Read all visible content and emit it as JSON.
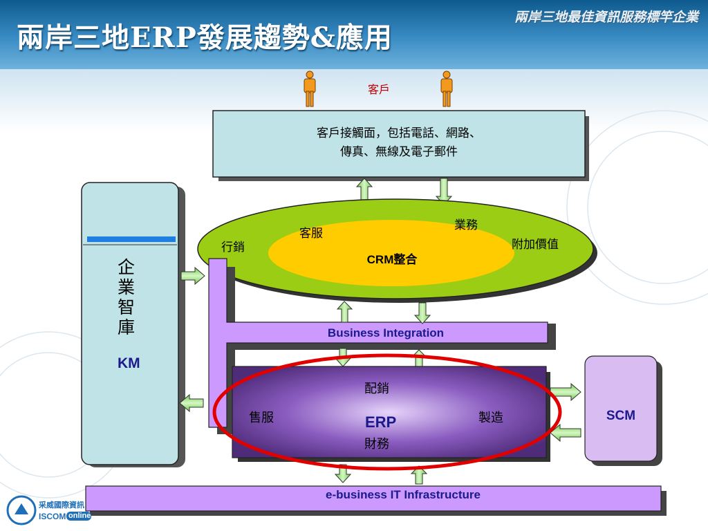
{
  "header": {
    "title": "兩岸三地ERP發展趨勢&應用",
    "company": "兩岸三地最佳資訊服務標竿企業"
  },
  "customer": {
    "label": "客戶"
  },
  "touchpoint": {
    "line1": "客戶接觸面，包括電話、網路、",
    "line2": "傳真、無線及電子郵件"
  },
  "crm": {
    "title": "CRM整合",
    "marketing": "行銷",
    "service": "客服",
    "business": "業務",
    "value_added": "附加價值"
  },
  "km": {
    "chars": [
      "企",
      "業",
      "智",
      "庫"
    ],
    "label": "KM"
  },
  "business_integration": {
    "label": "Business Integration"
  },
  "erp": {
    "title": "ERP",
    "distribution": "配銷",
    "sales_service": "售服",
    "manufacturing": "製造",
    "finance": "財務"
  },
  "scm": {
    "label": "SCM"
  },
  "infrastructure": {
    "label": "e-business IT Infrastructure"
  },
  "footer": {
    "logo_text": "采威國際資訊",
    "brand": "ISCOM",
    "online": "online"
  },
  "colors": {
    "header_blue": "#2f80bb",
    "box_fill": "#bfe3e6",
    "crm_green": "#9acd14",
    "crm_yellow": "#ffcc00",
    "purple_bar": "#cc99ff",
    "erp_purple": "#6a3d9a",
    "scm_fill": "#d9bcf2",
    "highlight_red": "#e00000",
    "arrow_green": "#8fdc6e",
    "km_bar_blue": "#1e7fe0"
  }
}
